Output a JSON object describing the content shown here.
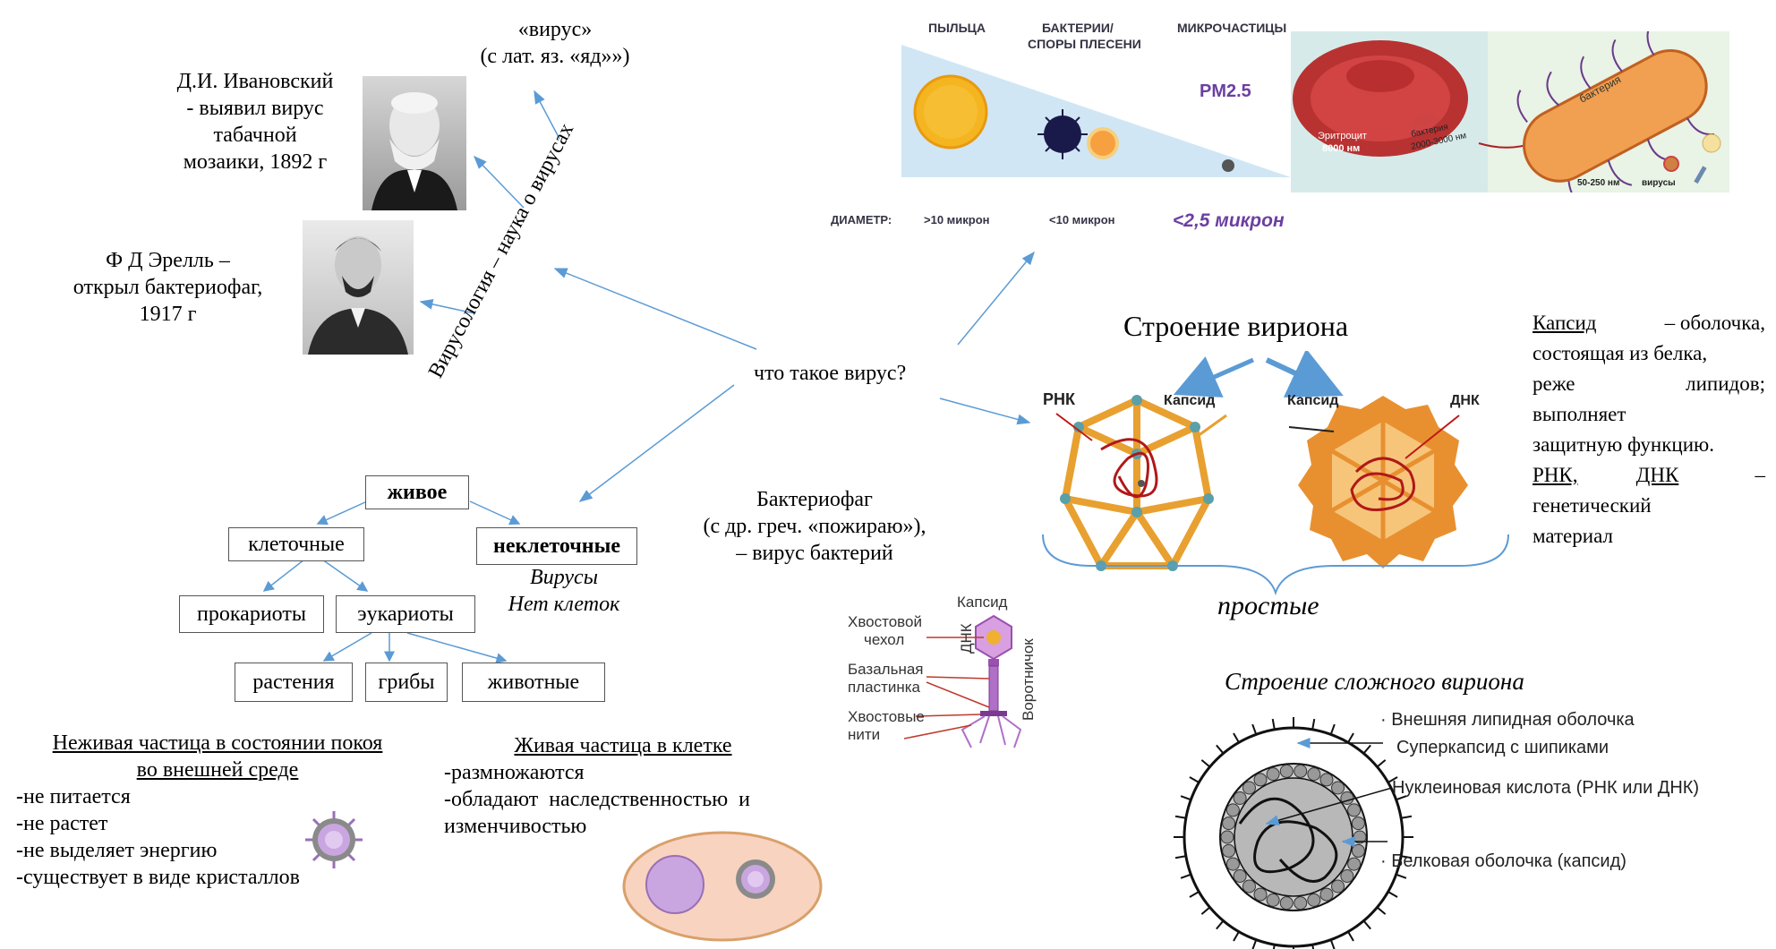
{
  "center": {
    "label": "что такое вирус?"
  },
  "virology": {
    "label": "Вирусология  – наука о вирусах"
  },
  "virus_word": {
    "line1": "«вирус»",
    "line2": "(с лат. яз. «яд»»)"
  },
  "ivanovsky": {
    "line1": "Д.И.  Ивановский",
    "line2": "- выявил вирус",
    "line3": "табачной",
    "line4": "мозаики, 1892 г"
  },
  "derelle": {
    "line1": "Ф Д Эрелль –",
    "line2": "открыл бактериофаг,",
    "line3": "1917 г"
  },
  "tree": {
    "root": "живое",
    "cellular": "клеточные",
    "noncellular": "неклеточные",
    "viruses": "Вирусы",
    "no_cells": "Нет клеток",
    "prokaryotes": "прокариоты",
    "eukaryotes": "эукариоты",
    "plants": "растения",
    "fungi": "грибы",
    "animals": "животные"
  },
  "nonliving": {
    "title1": "Неживая частица в состоянии покоя",
    "title2": "во внешней среде",
    "items": [
      "-не питается",
      "-не растет",
      "-не выделяет энергию",
      "-существует  в виде кристаллов"
    ]
  },
  "living": {
    "title": "Живая частица в клетке",
    "items": [
      "-размножаются",
      "-обладают  наследственностью  и",
      "изменчивостью"
    ]
  },
  "bacteriophage": {
    "line1": "Бактериофаг",
    "line2": "(с др. греч. «пожираю»),",
    "line3": "– вирус бактерий"
  },
  "phage_labels": {
    "capsid": "Капсид",
    "dna": "ДНК",
    "collar": "Воротничок",
    "tail_sheath1": "Хвостовой",
    "tail_sheath2": "чехол",
    "base_plate1": "Базальная",
    "base_plate2": "пластинка",
    "tail_fibers1": "Хвостовые",
    "tail_fibers2": "нити"
  },
  "size_chart": {
    "pollen": "ПЫЛЬЦА",
    "bacteria1": "БАКТЕРИИ/",
    "bacteria2": "СПОРЫ ПЛЕСЕНИ",
    "micro": "МИКРОЧАСТИЦЫ",
    "pm": "PM2.5",
    "diameter": "ДИАМЕТР:",
    "d1": ">10 микрон",
    "d2": "<10 микрон",
    "d3": "<2,5 микрон",
    "erythrocyte": "Эритроцит",
    "erythrocyte_size": "8000 нм",
    "bacterium_small": "бактерия",
    "bacterium_size": "2000-3000 нм",
    "bacterium_big": "бактерия",
    "virus_size": "50-250 нм",
    "viruses": "вирусы"
  },
  "virion": {
    "title": "Строение вириона",
    "rna": "РНК",
    "capsid_left": "Капсид",
    "capsid_right": "Капсид",
    "dna": "ДНК",
    "simple": "простые"
  },
  "capsid_def": {
    "word": "Капсид",
    "line1_rest": "– оболочка,",
    "line2": "состоящая из белка,",
    "line3a": "реже",
    "line3b": "липидов;",
    "line4": "выполняет",
    "line5": "защитную функцию.",
    "line6a": "РНК,",
    "line6b": "ДНК",
    "line6c": "–",
    "line7": "генетический",
    "line8": "материал"
  },
  "complex": {
    "title": "Строение сложного вириона",
    "l1": "· Внешняя липидная оболочка",
    "l2": "Суперкапсид с шипиками",
    "l3": "Нуклеиновая кислота (РНК или ДНК)",
    "l4": "· Белковая оболочка (капсид)"
  },
  "colors": {
    "arrow": "#5b9bd5",
    "capsid_orange": "#e8a030",
    "blood_red": "#c0392b"
  }
}
